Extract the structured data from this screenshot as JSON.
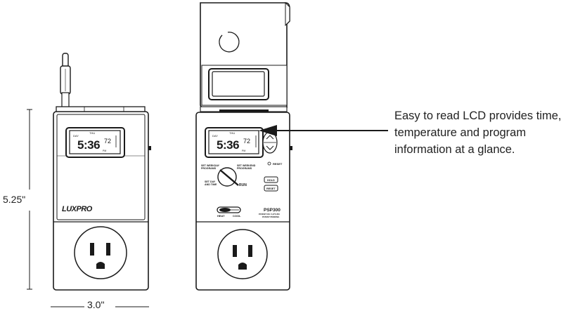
{
  "callout": {
    "lines": [
      "Easy to read LCD provides time,",
      "temperature and program",
      "information at a glance."
    ]
  },
  "dimensions": {
    "height": "5.25\"",
    "width": "3.0\""
  },
  "left_device": {
    "brand": "LUXPRO",
    "lcd": {
      "time": "5:36",
      "temp": "72",
      "day": "DAY",
      "top_label": "THU",
      "pm": "PM"
    }
  },
  "right_device": {
    "lcd": {
      "time": "5:36",
      "temp": "72",
      "day": "DAY",
      "top_label": "THU",
      "pm": "PM"
    },
    "labels": {
      "set_weekday": "SET WEEKDAY",
      "set_weekday_2": "PROGRAMS",
      "set_weekend": "SET WEEKEND",
      "set_weekend_2": "PROGRAMS",
      "set_day": "SET DAY",
      "set_day_2": "AND TIME",
      "run": "RUN",
      "reset": "RESET",
      "hold": "HOLD",
      "reset_btn": "RESET",
      "heat": "HEAT",
      "cool": "COOL",
      "model": "PSP300",
      "patent_1": "PATENT NO. 5,475,353",
      "patent_2": "PATENT PENDING"
    }
  }
}
